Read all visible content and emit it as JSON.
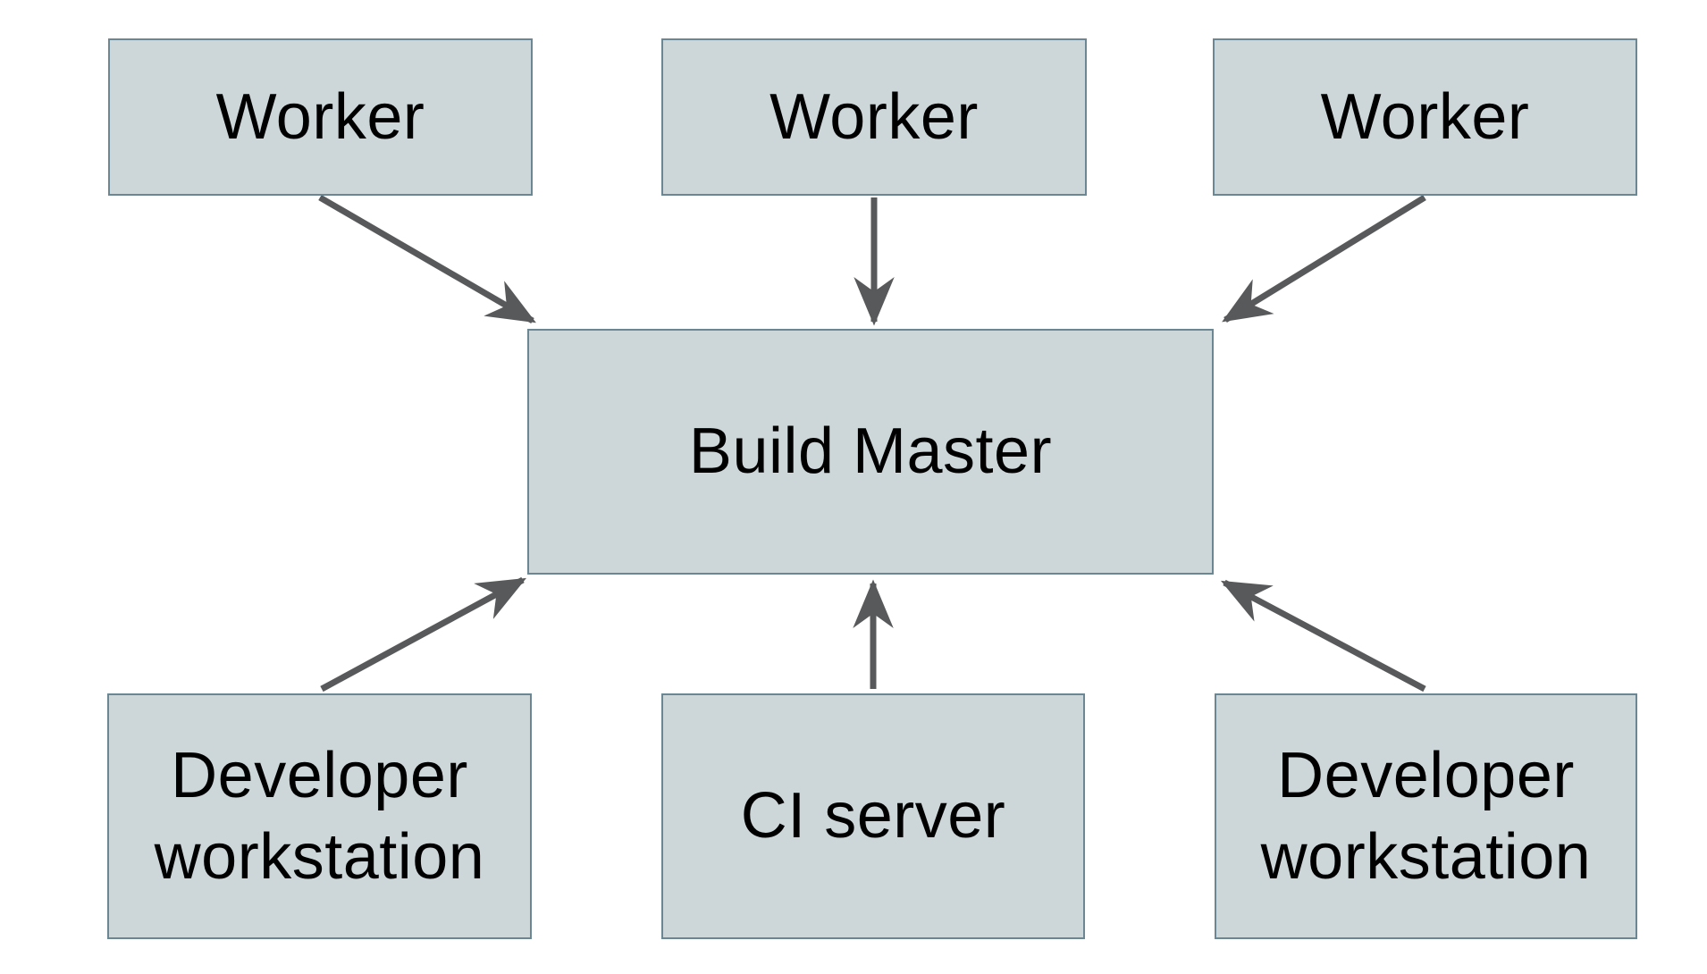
{
  "diagram": {
    "kind": "distributed-build-architecture",
    "nodes": {
      "worker_left": {
        "label": "Worker"
      },
      "worker_middle": {
        "label": "Worker"
      },
      "worker_right": {
        "label": "Worker"
      },
      "build_master": {
        "label": "Build Master"
      },
      "dev_workstation_left": {
        "label": "Developer workstation"
      },
      "ci_server": {
        "label": "CI server"
      },
      "dev_workstation_right": {
        "label": "Developer workstation"
      }
    },
    "edges": [
      {
        "from": "worker_left",
        "to": "build_master"
      },
      {
        "from": "worker_middle",
        "to": "build_master"
      },
      {
        "from": "worker_right",
        "to": "build_master"
      },
      {
        "from": "dev_workstation_left",
        "to": "build_master"
      },
      {
        "from": "ci_server",
        "to": "build_master"
      },
      {
        "from": "dev_workstation_right",
        "to": "build_master"
      }
    ],
    "colors": {
      "background": "#ffffff",
      "node_fill": "#cdd6d9",
      "node_border": "#6b8794",
      "arrow": "#58595b",
      "text": "#000000"
    }
  }
}
